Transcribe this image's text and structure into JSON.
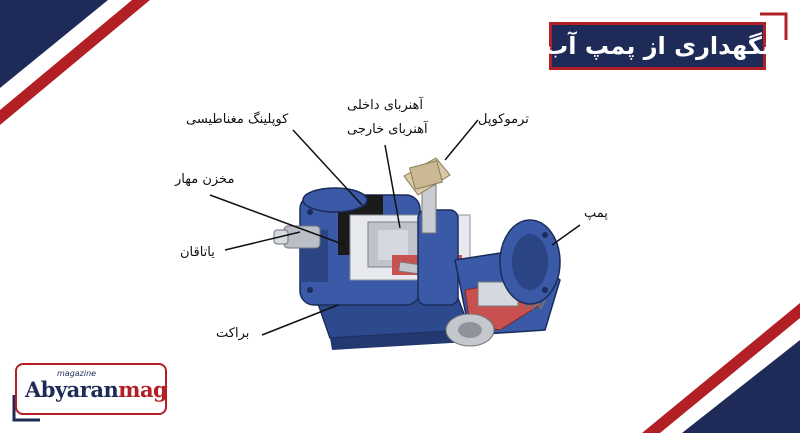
{
  "title": "نگهداری از پمپ آب",
  "labels": {
    "magnetic_coupling": "کوپلینگ مغناطیسی",
    "inner_magnet": "آهنربای داخلی",
    "outer_magnet": "آهنربای خارجی",
    "thermocouple": "ترموکوپل",
    "containment": "مخزن مهار",
    "bearing": "یاتاقان",
    "pump": "پمپ",
    "bracket": "براکت"
  },
  "logo": {
    "part1": "Abyaran",
    "part2": "mag",
    "tagline": "magazine"
  },
  "colors": {
    "navy": "#1e2a57",
    "red": "#b21f24",
    "pump_blue": "#3a5aa8",
    "inner_red": "#c8514f"
  }
}
